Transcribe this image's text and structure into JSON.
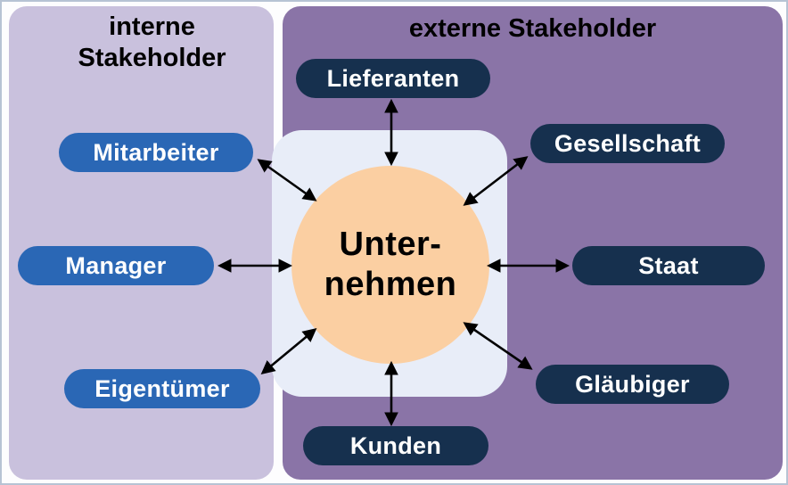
{
  "center": {
    "line1": "Unter-",
    "line2": "nehmen"
  },
  "internal": {
    "title_line1": "interne",
    "title_line2": "Stakeholder",
    "items": [
      {
        "label": "Mitarbeiter"
      },
      {
        "label": "Manager"
      },
      {
        "label": "Eigentümer"
      }
    ]
  },
  "external": {
    "title": "externe Stakeholder",
    "items": [
      {
        "label": "Lieferanten"
      },
      {
        "label": "Gesellschaft"
      },
      {
        "label": "Staat"
      },
      {
        "label": "Gläubiger"
      },
      {
        "label": "Kunden"
      }
    ]
  },
  "colors": {
    "internal_panel": "#c9c1dd",
    "external_panel": "#8a74a7",
    "internal_pill": "#2a67b5",
    "external_pill": "#16304e",
    "center_box": "#e8edf8",
    "center_circle": "#fbcfa2",
    "arrow": "#000000",
    "pill_text": "#ffffff",
    "title_text": "#000000"
  }
}
